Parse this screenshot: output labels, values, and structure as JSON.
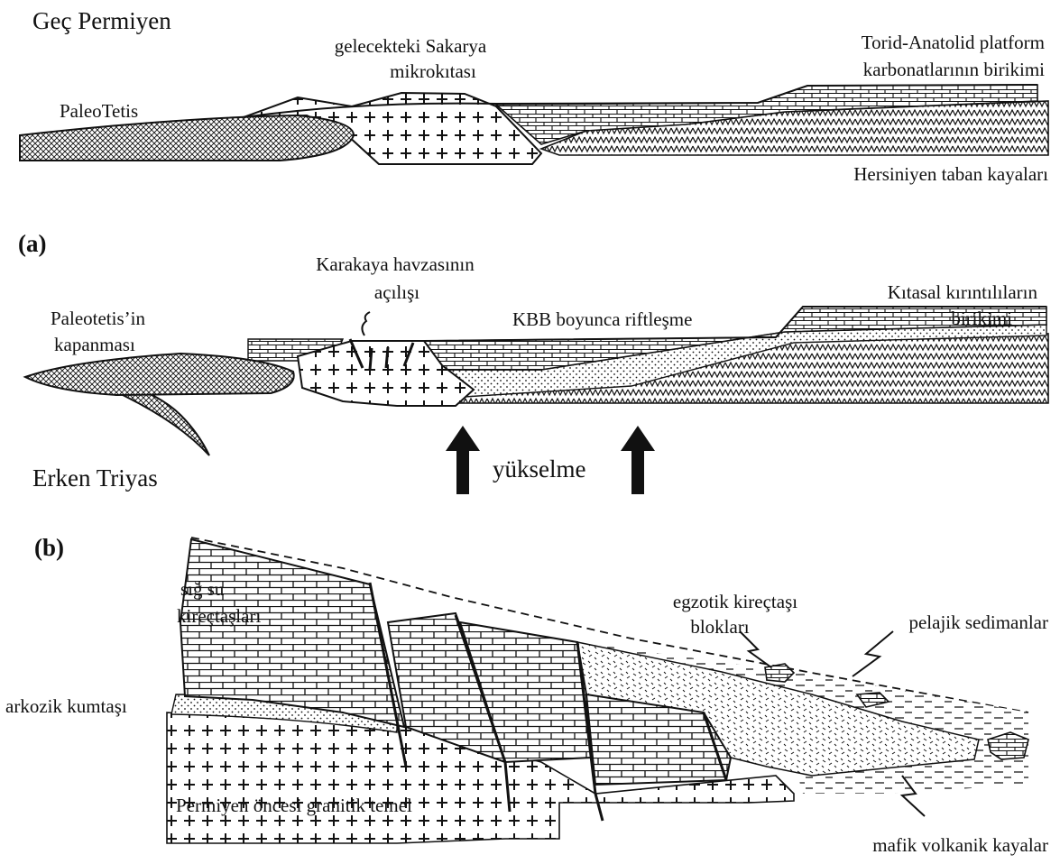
{
  "labels": {
    "gec_permiyen": "Geç Permiyen",
    "sakarya_1": "gelecekteki Sakarya",
    "sakarya_2": "mikrokıtası",
    "torid_1": "Torid-Anatolid platform",
    "torid_2": "karbonatlarının birikimi",
    "paleotetis": "PaleoTetis",
    "hersiniyen": "Hersiniyen taban kayaları",
    "panel_a": "(a)",
    "karakaya_1": "Karakaya havzasının",
    "karakaya_2": "açılışı",
    "kitasal_1": "Kıtasal kırıntılıların",
    "kitasal_2": "birikimi",
    "paleotetis_kap_1": "Paleotetis’in",
    "paleotetis_kap_2": "kapanması",
    "kbb": "KBB boyunca riftleşme",
    "erken_triyas": "Erken Triyas",
    "yukselme": "yükselme",
    "panel_b": "(b)",
    "sig_su_1": "sığ su",
    "sig_su_2": "kireçtaşları",
    "arkozik": "arkozik kumtaşı",
    "egzotik_1": "egzotik kireçtaşı",
    "egzotik_2": "blokları",
    "pelajik": "pelajik sedimanlar",
    "permiyen_oncesi": "Permiyen öncesi granitik temel",
    "mafik": "mafik volkanik kayalar"
  },
  "colors": {
    "ink": "#111111",
    "background": "#ffffff"
  }
}
